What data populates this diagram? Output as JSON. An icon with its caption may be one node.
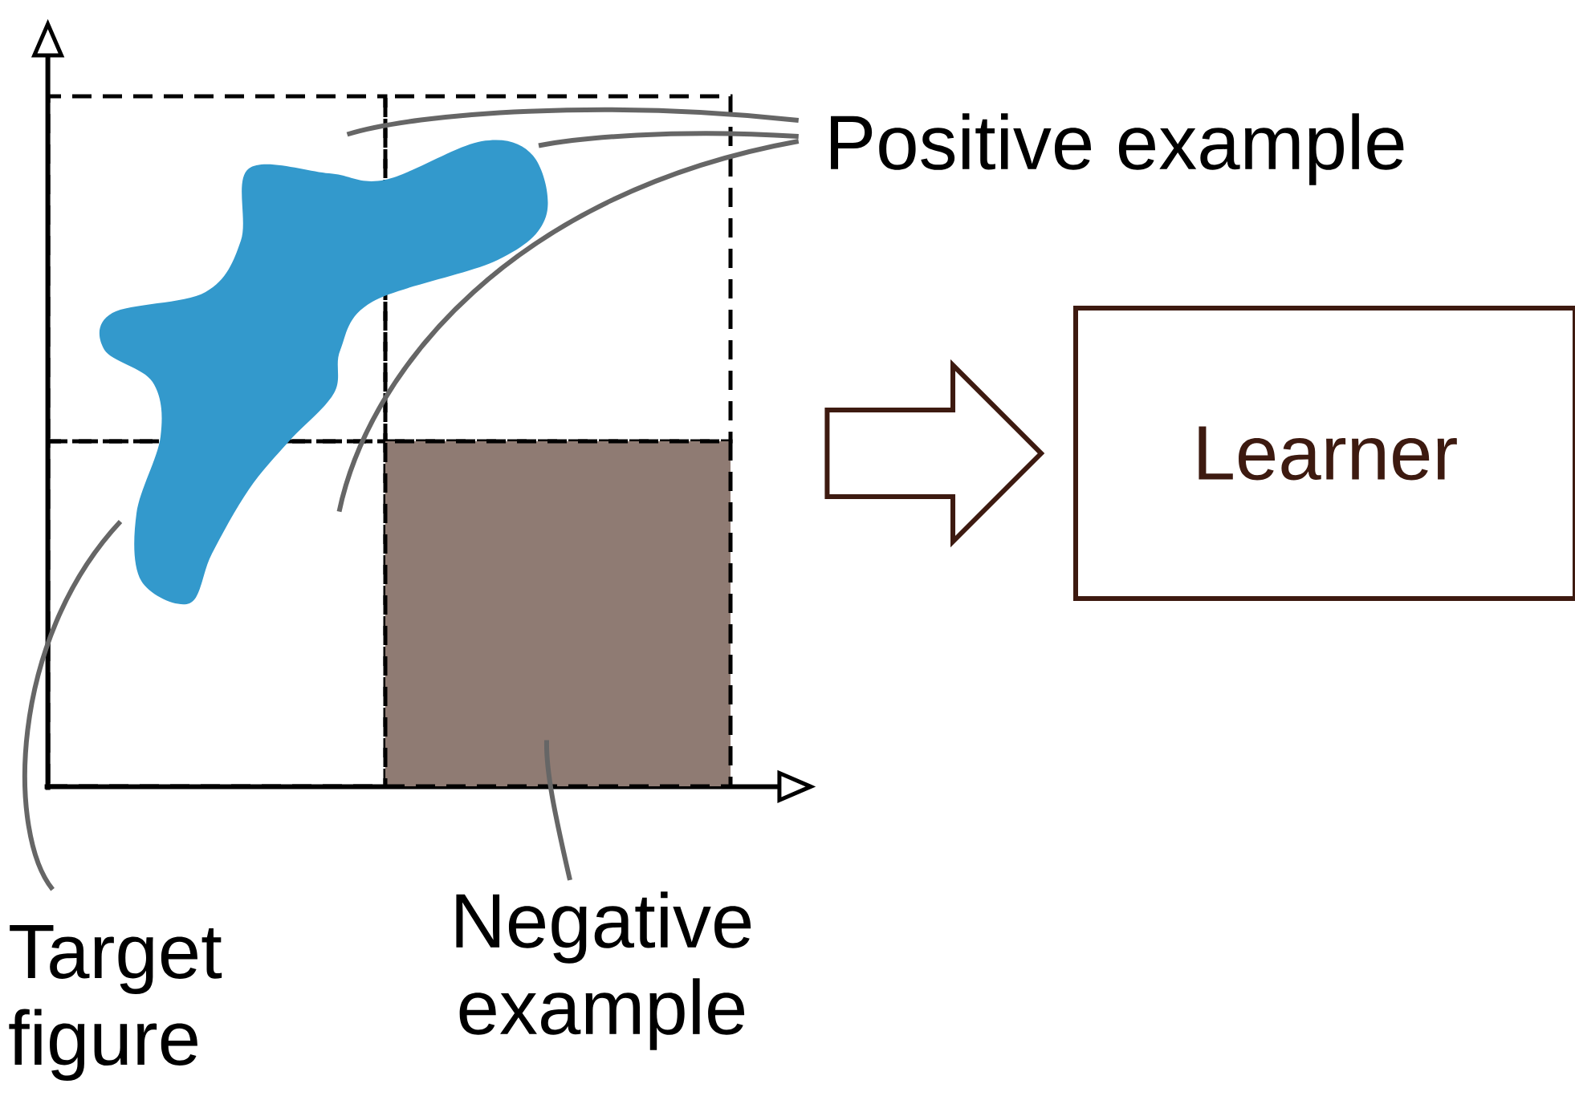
{
  "diagram": {
    "nodes": [
      {
        "text": [
          "Positive example"
        ]
      },
      {
        "text": [],
        "shape": "box"
      },
      {
        "text": [],
        "shape": "box",
        "in": 1
      },
      {
        "text": [],
        "shape": "box",
        "in": 1
      },
      {
        "text": [],
        "shape": "box",
        "in": 1
      },
      {
        "text": [],
        "shape": "box",
        "in": 1
      },
      {
        "text": [],
        "shape": "cloud",
        "in": 1
      },
      {
        "text": [
          "Target figure"
        ]
      },
      {
        "text": [
          "Negative example"
        ]
      },
      {
        "text": [
          "Learner"
        ]
      }
    ],
    "edges": [
      {
        "from": 0,
        "to": 2,
        "arrow": "none"
      },
      {
        "from": 0,
        "to": 3,
        "arrow": "none"
      },
      {
        "from": 0,
        "to": 4,
        "arrow": "none"
      },
      {
        "from": 7,
        "to": 6,
        "arrow": "none"
      },
      {
        "from": 8,
        "to": 5,
        "arrow": "none"
      },
      {
        "from": 1,
        "to": 9,
        "arrow": "to"
      }
    ]
  }
}
